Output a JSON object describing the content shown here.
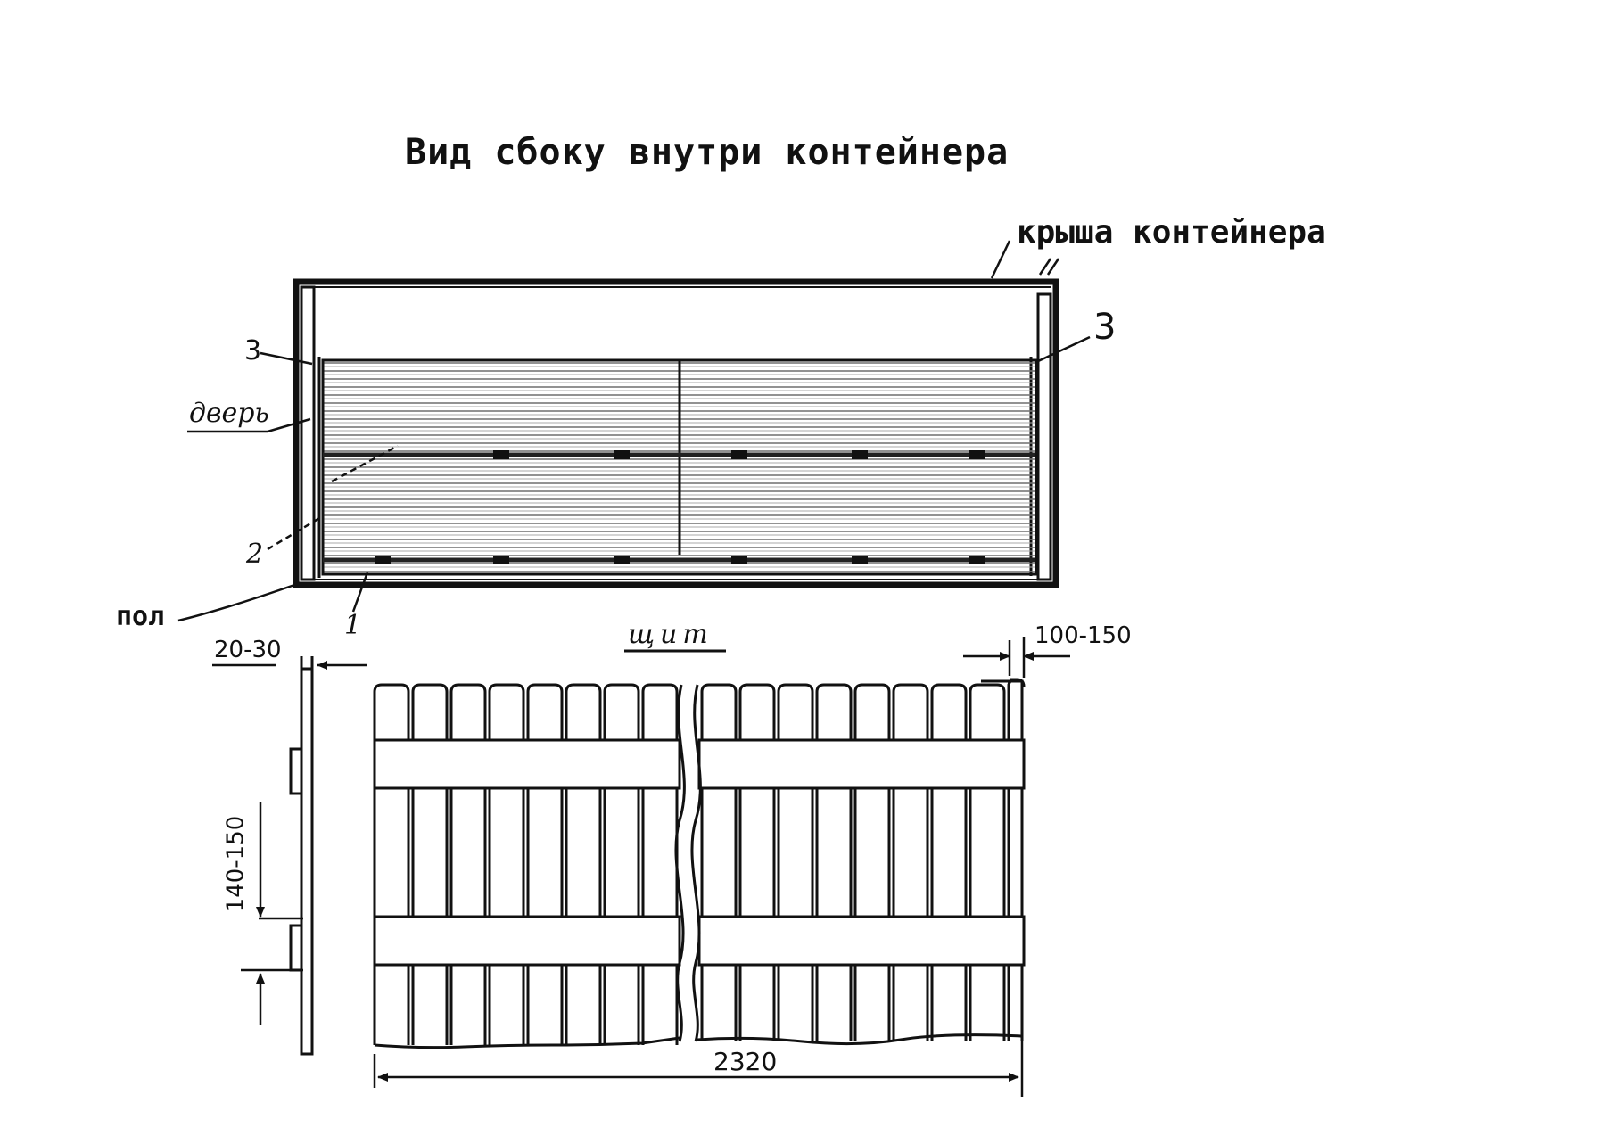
{
  "title": "Вид сбоку внутри контейнера",
  "labels": {
    "roof": "крыша контейнера",
    "door": "дверь",
    "floor": "пол",
    "callout_1": "1",
    "callout_2": "2",
    "callout_3_left": "3",
    "callout_3_right": "3"
  },
  "shield": {
    "title": "щит",
    "dims": {
      "thickness": "20-30",
      "edge_gap": "100-150",
      "batten_width": "140-150",
      "length": "2320"
    }
  }
}
